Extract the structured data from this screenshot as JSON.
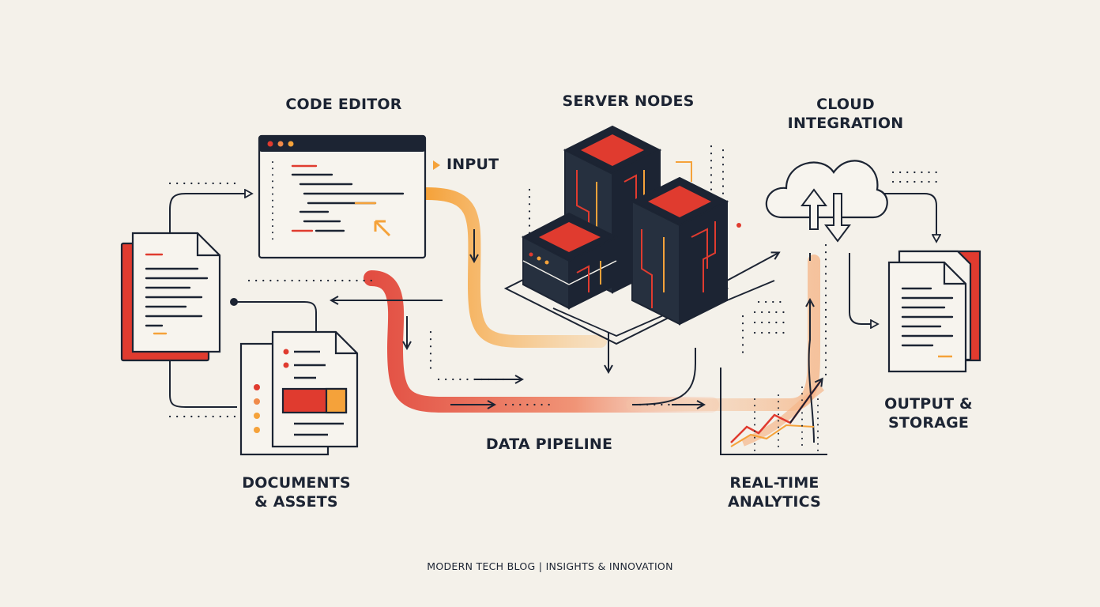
{
  "labels": {
    "code_editor": "CODE EDITOR",
    "input": "INPUT",
    "server_nodes": "SERVER NODES",
    "cloud_line1": "CLOUD",
    "cloud_line2": "INTEGRATION",
    "output_line1": "OUTPUT &",
    "output_line2": "STORAGE",
    "data_pipeline": "DATA PIPELINE",
    "documents_line1": "DOCUMENTS",
    "documents_line2": "& ASSETS",
    "analytics_line1": "REAL-TIME",
    "analytics_line2": "ANALYTICS"
  },
  "footer": {
    "left": "MODERN TECH BLOG",
    "separator": "|",
    "right": "INSIGHTS & INNOVATION"
  },
  "colors": {
    "background": "#f4f1ea",
    "ink": "#1c2433",
    "red": "#e03b2f",
    "orange": "#f5a23a"
  }
}
